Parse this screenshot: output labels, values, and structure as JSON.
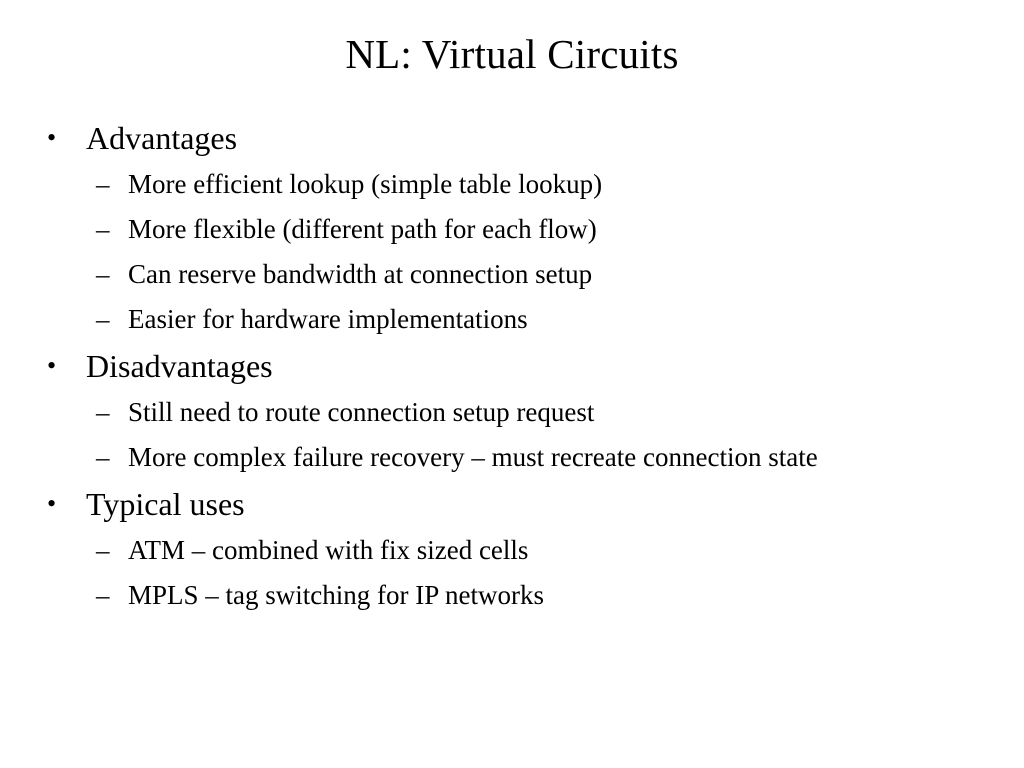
{
  "slide": {
    "title": "NL: Virtual Circuits",
    "bullet_marker": "•",
    "dash_marker": "–",
    "text_color": "#000000",
    "background_color": "#ffffff",
    "groups": [
      {
        "heading": "Advantages",
        "items": [
          "More efficient lookup (simple table lookup)",
          "More flexible (different path for each flow)",
          "Can reserve bandwidth at connection setup",
          "Easier for hardware implementations"
        ]
      },
      {
        "heading": "Disadvantages",
        "items": [
          "Still need to route connection setup request",
          "More complex failure recovery – must recreate connection state"
        ]
      },
      {
        "heading": "Typical uses",
        "items": [
          "ATM – combined with fix sized cells",
          "MPLS – tag switching for IP networks"
        ]
      }
    ]
  }
}
